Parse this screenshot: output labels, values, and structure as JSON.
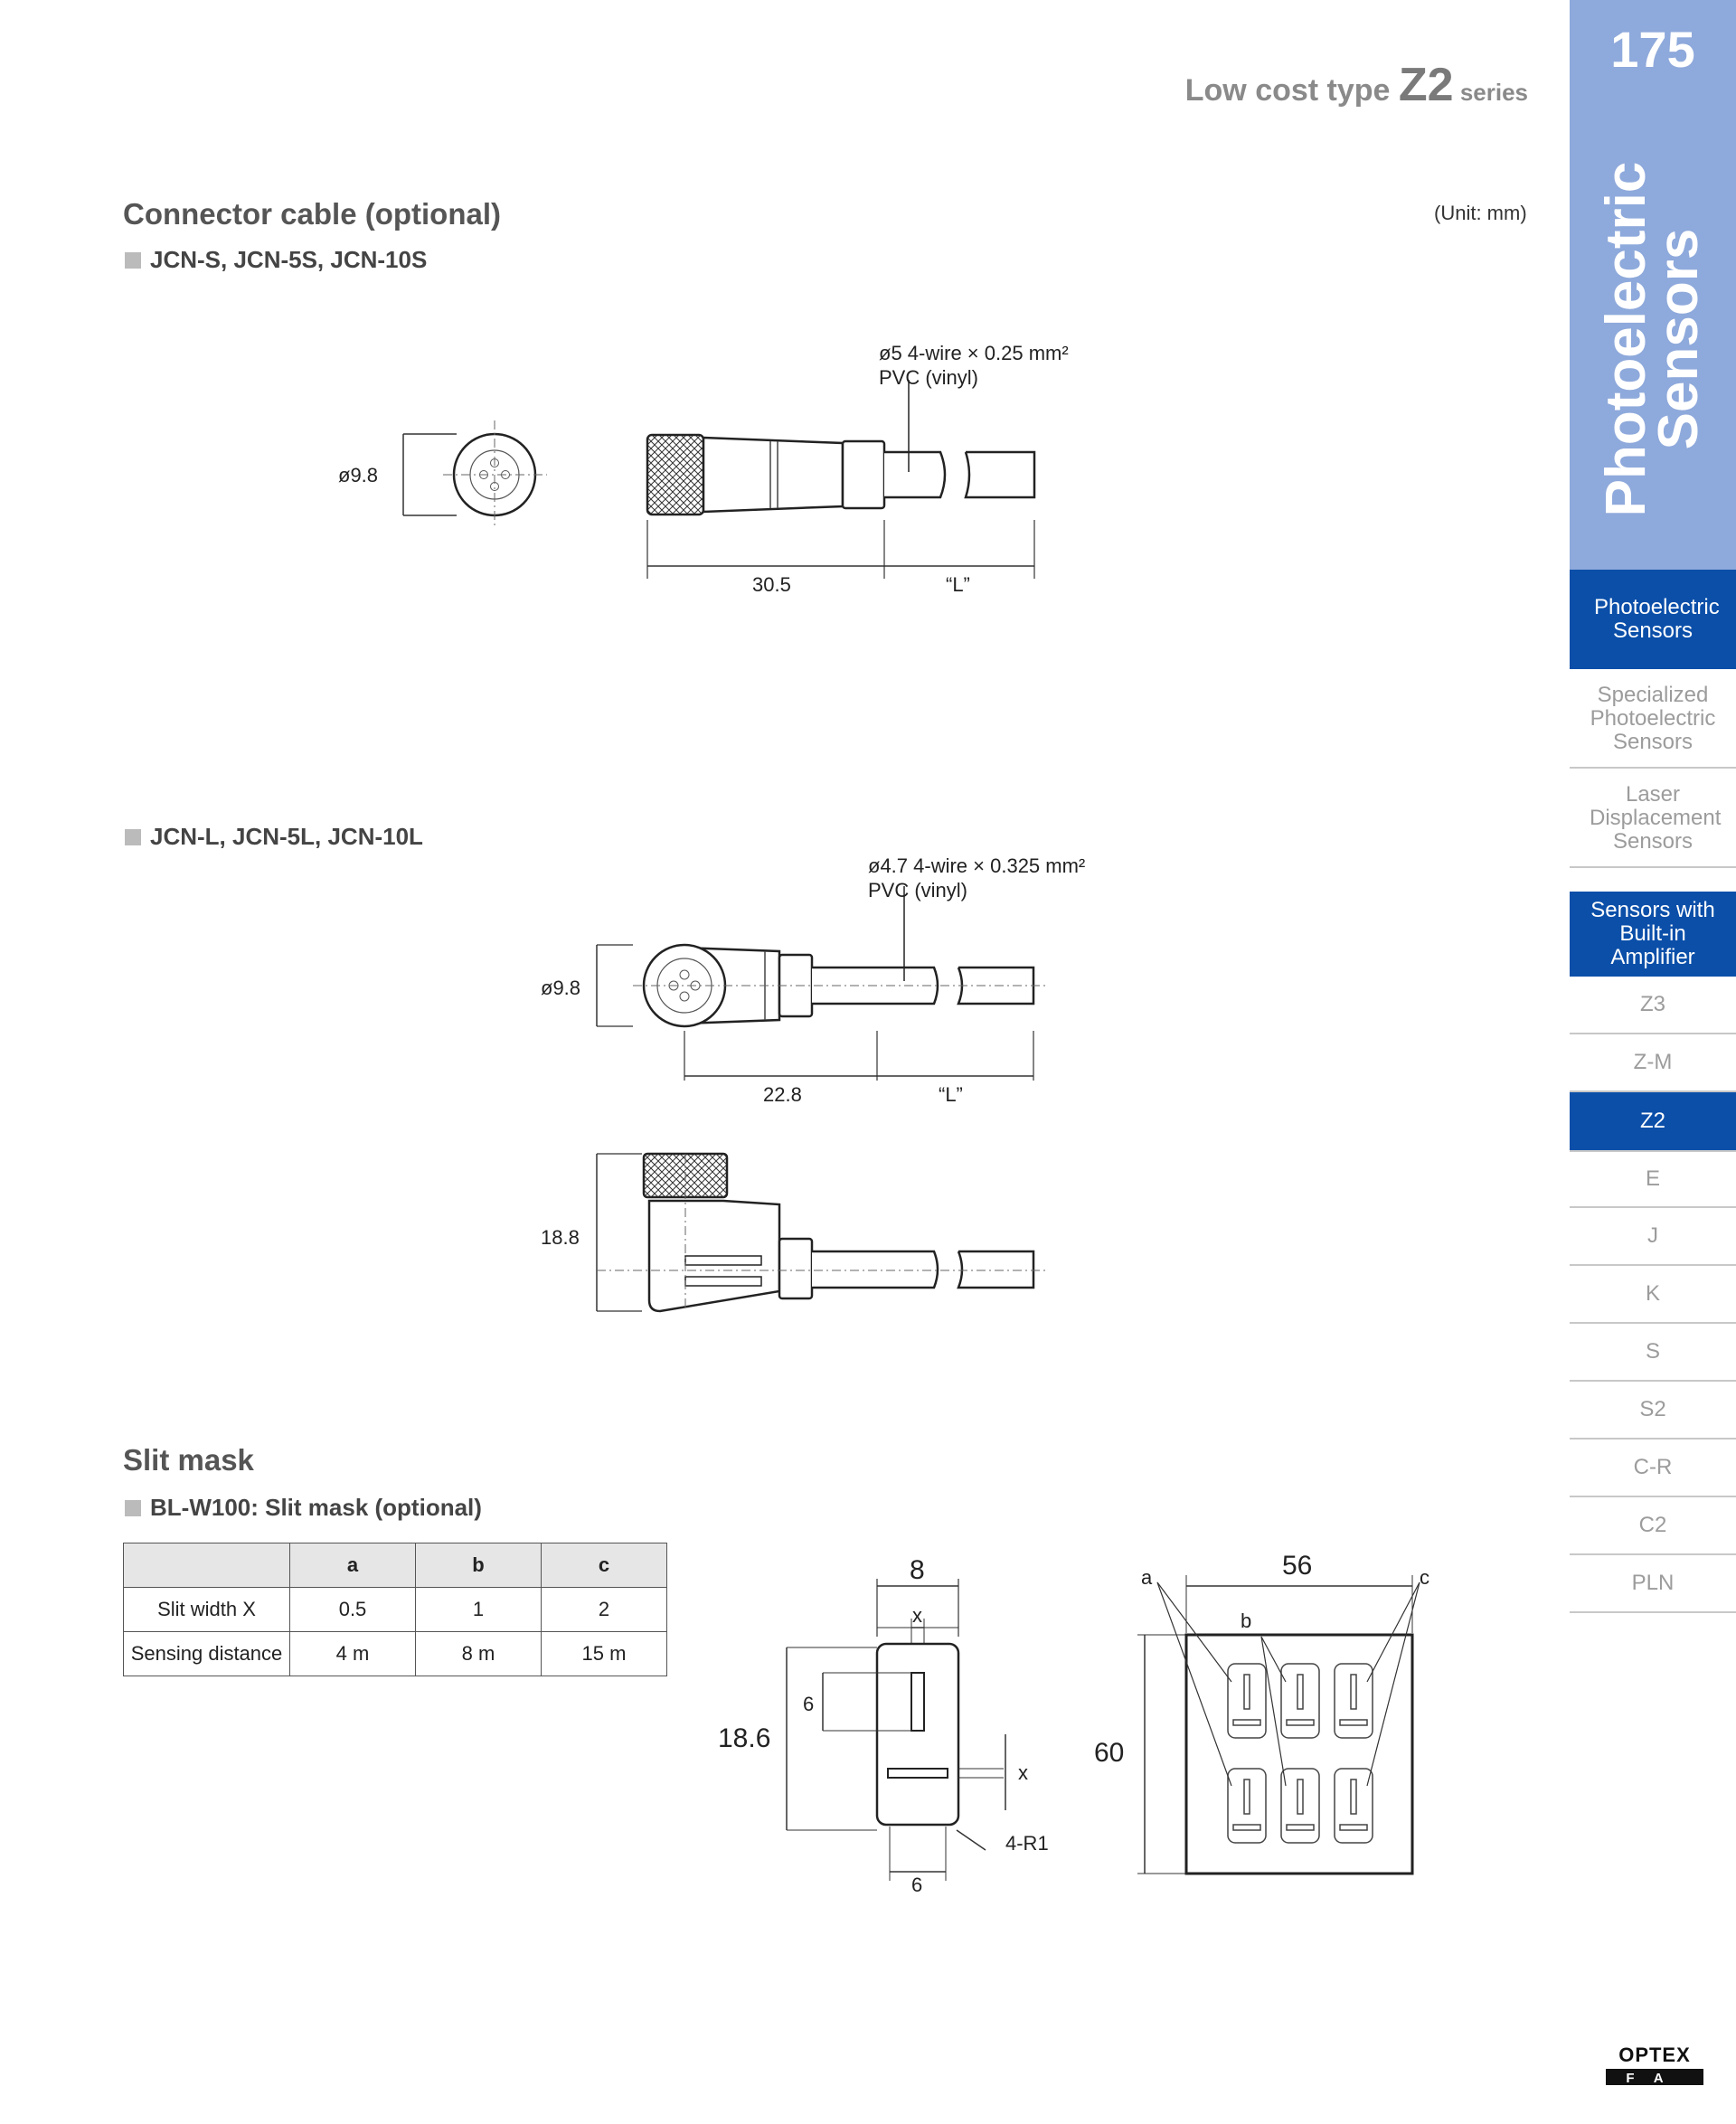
{
  "header": {
    "series_prefix": "Low cost type ",
    "series_name": "Z2",
    "series_suffix": " series",
    "page_number": "175"
  },
  "sidebar": {
    "title_line1": "Photoelectric",
    "title_line2": "Sensors",
    "items": [
      {
        "label": "Photoelectric Sensors",
        "state": "category"
      },
      {
        "label": "Specialized Photoelectric Sensors",
        "state": "normal"
      },
      {
        "label": "Laser Displacement Sensors",
        "state": "normal"
      },
      {
        "label": "Sensors with Built-in Amplifier",
        "state": "category"
      },
      {
        "label": "Z3",
        "state": "normal"
      },
      {
        "label": "Z-M",
        "state": "normal"
      },
      {
        "label": "Z2",
        "state": "active"
      },
      {
        "label": "E",
        "state": "normal"
      },
      {
        "label": "J",
        "state": "normal"
      },
      {
        "label": "K",
        "state": "normal"
      },
      {
        "label": "S",
        "state": "normal"
      },
      {
        "label": "S2",
        "state": "normal"
      },
      {
        "label": "C-R",
        "state": "normal"
      },
      {
        "label": "C2",
        "state": "normal"
      },
      {
        "label": "PLN",
        "state": "normal"
      }
    ],
    "colors": {
      "band": "#8ea9db",
      "active": "#0b4fa9"
    }
  },
  "connector": {
    "title": "Connector cable (optional)",
    "unit": "(Unit: mm)",
    "straight": {
      "heading": "JCN-S, JCN-5S, JCN-10S",
      "diameter": "ø9.8",
      "cable_line1": "ø5  4-wire × 0.25 mm²",
      "cable_line2": "PVC (vinyl)",
      "length_dim": "30.5",
      "cable_dim": "“L”"
    },
    "angled": {
      "heading": "JCN-L, JCN-5L, JCN-10L",
      "diameter": "ø9.8",
      "cable_line1": "ø4.7  4-wire × 0.325 mm²",
      "cable_line2": "PVC (vinyl)",
      "length_dim": "22.8",
      "cable_dim": "“L”",
      "height_dim": "18.8"
    }
  },
  "slit": {
    "title": "Slit mask",
    "heading": "BL-W100: Slit mask (optional)",
    "table": {
      "headers": [
        "",
        "a",
        "b",
        "c"
      ],
      "rows": [
        [
          "Slit width X",
          "0.5",
          "1",
          "2"
        ],
        [
          "Sensing distance",
          "4 m",
          "8 m",
          "15 m"
        ]
      ]
    },
    "single": {
      "width": "8",
      "x_top": "x",
      "slit_len": "6",
      "height": "18.6",
      "x_side": "x",
      "radius": "4-R1",
      "bottom": "6"
    },
    "panel": {
      "width": "56",
      "height": "60",
      "label_a": "a",
      "label_b": "b",
      "label_c": "c"
    }
  },
  "logo": {
    "text": "OPTEX FA"
  }
}
